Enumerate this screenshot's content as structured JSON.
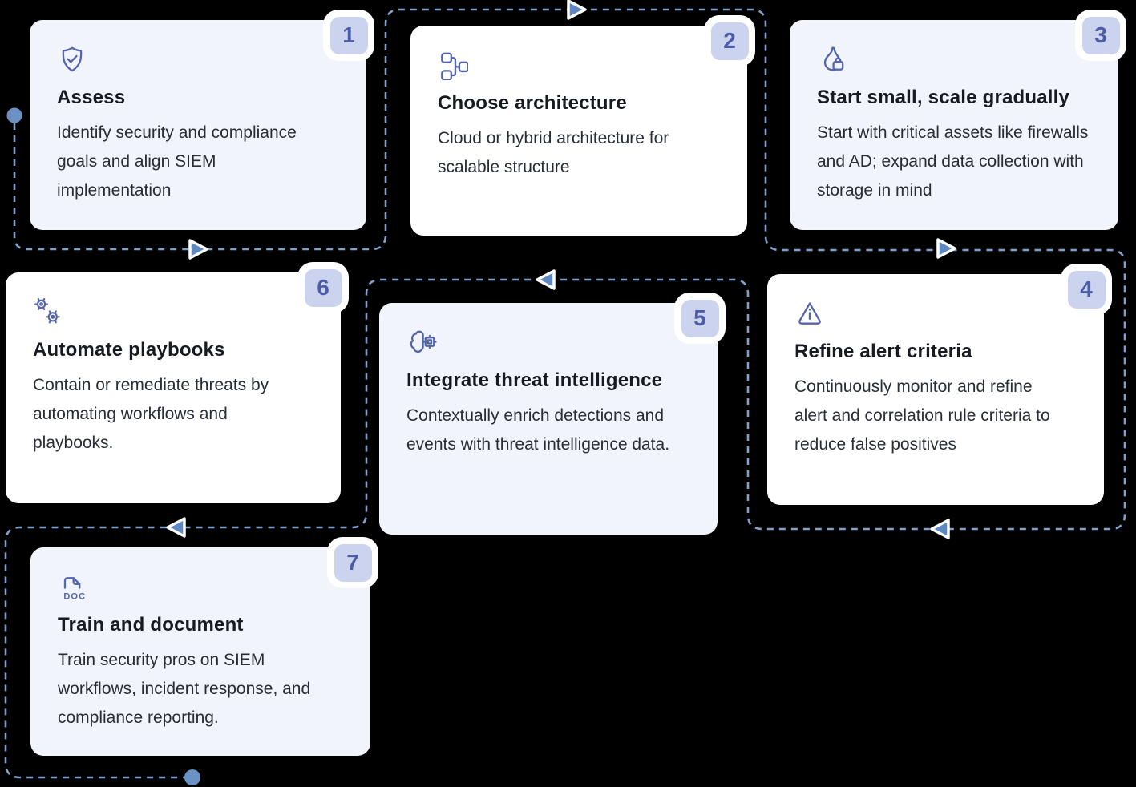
{
  "diagram": {
    "background_color": "#000000",
    "connector": {
      "line_color": "#7fa1cc",
      "arrow_color": "#5e88c2",
      "dot_color": "#6b92c4"
    },
    "card_colors": {
      "lavender": "#f2f4fb",
      "white": "#ffffff",
      "badge_bg": "#ccd3ee",
      "badge_text": "#4d5ca6",
      "icon_color": "#5565ac"
    },
    "cards": [
      {
        "number": "1",
        "title": "Assess",
        "body": "Identify security and compliance goals and align SIEM implementation",
        "icon": "shield-check-icon"
      },
      {
        "number": "2",
        "title": "Choose architecture",
        "body": "Cloud or hybrid architecture for scalable structure",
        "icon": "architecture-branch-icon"
      },
      {
        "number": "3",
        "title": "Start small, scale gradually",
        "body": "Start with critical assets like firewalls and AD; expand data collection with storage in mind",
        "icon": "flame-lock-icon"
      },
      {
        "number": "4",
        "title": "Refine alert criteria",
        "body": "Continuously monitor and refine alert and correlation rule criteria to reduce false positives",
        "icon": "alert-triangle-icon"
      },
      {
        "number": "5",
        "title": "Integrate threat intelligence",
        "body": "Contextually enrich detections and events with threat intelligence data.",
        "icon": "brain-chip-icon"
      },
      {
        "number": "6",
        "title": "Automate playbooks",
        "body": "Contain or remediate threats by automating workflows and playbooks.",
        "icon": "gears-icon"
      },
      {
        "number": "7",
        "title": "Train and document",
        "body": "Train security pros on SIEM workflows, incident response, and compliance reporting.",
        "icon": "doc-file-icon",
        "icon_label": "DOC"
      }
    ]
  }
}
